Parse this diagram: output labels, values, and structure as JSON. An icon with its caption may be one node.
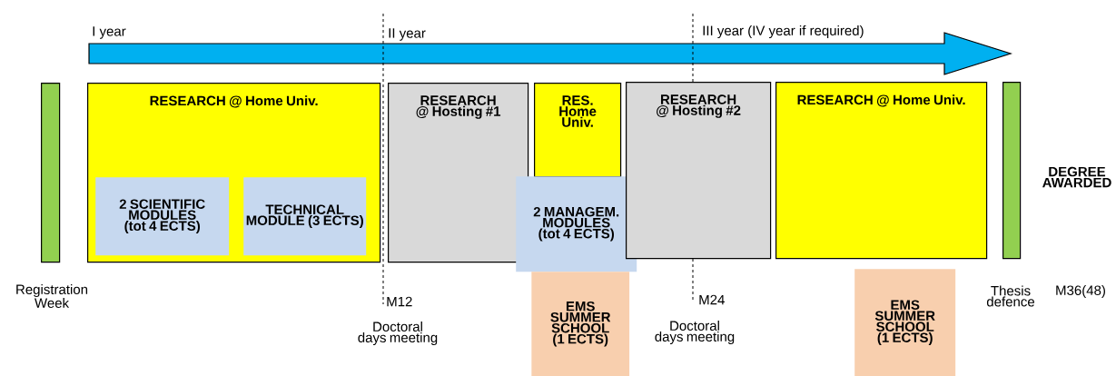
{
  "diagram": {
    "nodes": [
      {
        "text": [],
        "shape": "bar",
        "beside": [
          "Registration Week"
        ]
      },
      {
        "text": [
          "RESEARCH @ Home Univ."
        ]
      },
      {
        "text": [
          "2 SCIENTIFIC MODULES (tot 4 ECTS)"
        ],
        "in": 1
      },
      {
        "text": [
          "TECHNICAL MODULE (3 ECTS)"
        ],
        "in": 1
      },
      {
        "text": [
          "RESEARCH @ Hosting #1"
        ]
      },
      {
        "text": [
          "RES. Home Univ."
        ]
      },
      {
        "text": [
          "2 MANAGEM. MODULES (tot 4 ECTS)"
        ]
      },
      {
        "text": [
          "EMS SUMMER SCHOOL (1 ECTS)"
        ]
      },
      {
        "text": [
          "RESEARCH @ Hosting #2"
        ]
      },
      {
        "text": [
          "RESEARCH @ Home Univ."
        ]
      },
      {
        "text": [
          "EMS SUMMER SCHOOL (1 ECTS)"
        ]
      },
      {
        "text": [],
        "shape": "bar",
        "beside": [
          "Thesis defence"
        ]
      }
    ],
    "labels": [
      "I year",
      "II year",
      "III year (IV year if required)",
      "DEGREE AWARDED",
      "M12",
      "Doctoral days meeting",
      "M24",
      "Doctoral days meeting",
      "M36(48)"
    ]
  }
}
